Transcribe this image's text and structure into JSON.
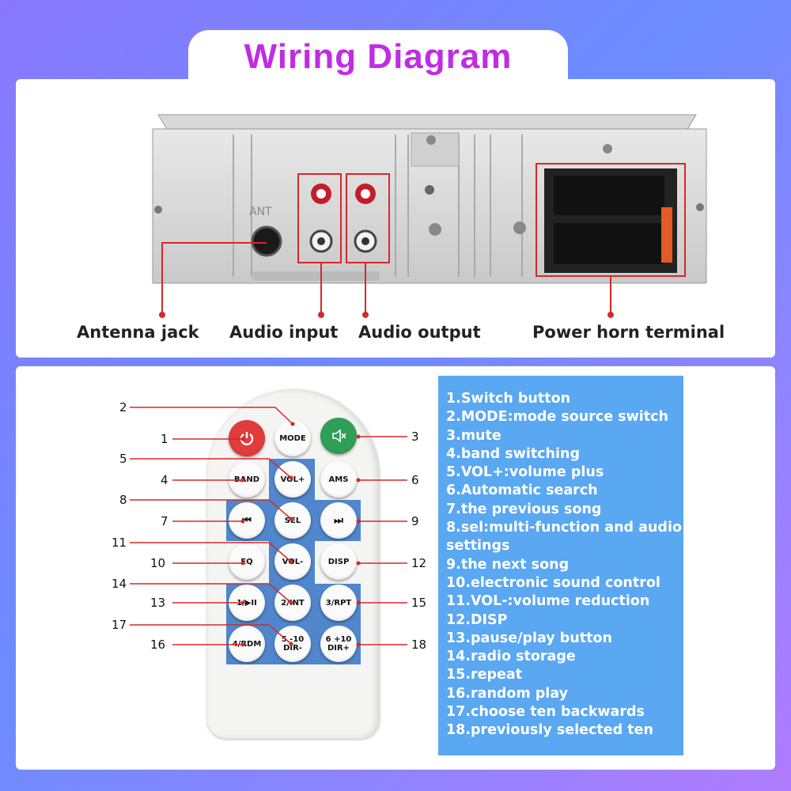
{
  "title": "Wiring Diagram",
  "top_labels": {
    "antenna": "Antenna jack",
    "audio_in": "Audio input",
    "audio_out": "Audio output",
    "power": "Power horn terminal"
  },
  "radio_ant_label": "ANT",
  "remote_buttons": {
    "mode": "MODE",
    "band": "BAND",
    "volp": "VOL+",
    "ams": "AMS",
    "sel": "SEL",
    "eq": "EQ",
    "volm": "VOL-",
    "disp": "DISP",
    "b1": "1/▶II",
    "b2": "2/INT",
    "b3": "3/RPT",
    "b4": "4/RDM",
    "b5": "5 -10 DIR-",
    "b6": "6 +10 DIR+"
  },
  "numbers": [
    "1",
    "2",
    "3",
    "4",
    "5",
    "6",
    "7",
    "8",
    "9",
    "10",
    "11",
    "12",
    "13",
    "14",
    "15",
    "16",
    "17",
    "18"
  ],
  "legend": [
    "1.Switch button",
    "2.MODE:mode source switch",
    "3.mute",
    "4.band switching",
    "5.VOL+:volume plus",
    "6.Automatic search",
    "7.the previous song",
    "8.sel:multi-function and audio\n  settings",
    "9.the next song",
    "10.electronic sound control",
    "11.VOL-:volume reduction",
    "12.DISP",
    "13.pause/play button",
    "14.radio storage",
    "15.repeat",
    "16.random play",
    "17.choose ten backwards",
    "18.previously selected ten"
  ],
  "colors": {
    "title": "#c02ce4",
    "callout_line": "#d62828",
    "legend_bg": "#5aa7f2",
    "remote_zone": "#4f86cc"
  }
}
